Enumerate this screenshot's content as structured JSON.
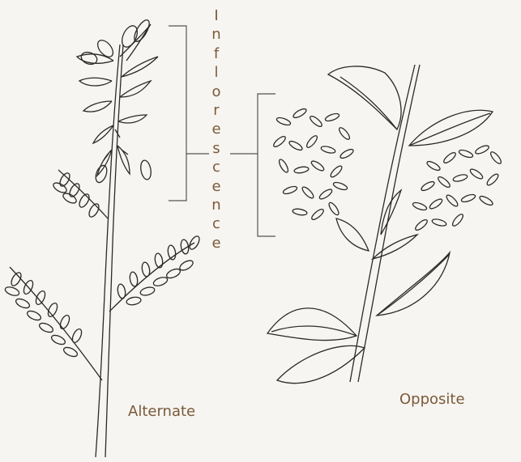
{
  "labels": {
    "inflorescence": "Inflorescence",
    "alternate": "Alternate",
    "opposite": "Opposite"
  },
  "colors": {
    "background": "#f7f5f1",
    "label_text": "#7a5a3a",
    "ink": "#2a2a2a",
    "bracket": "#555555"
  },
  "icons": {
    "left_plant": "alternate-leaf-plant-sketch",
    "right_plant": "opposite-leaf-plant-sketch"
  }
}
